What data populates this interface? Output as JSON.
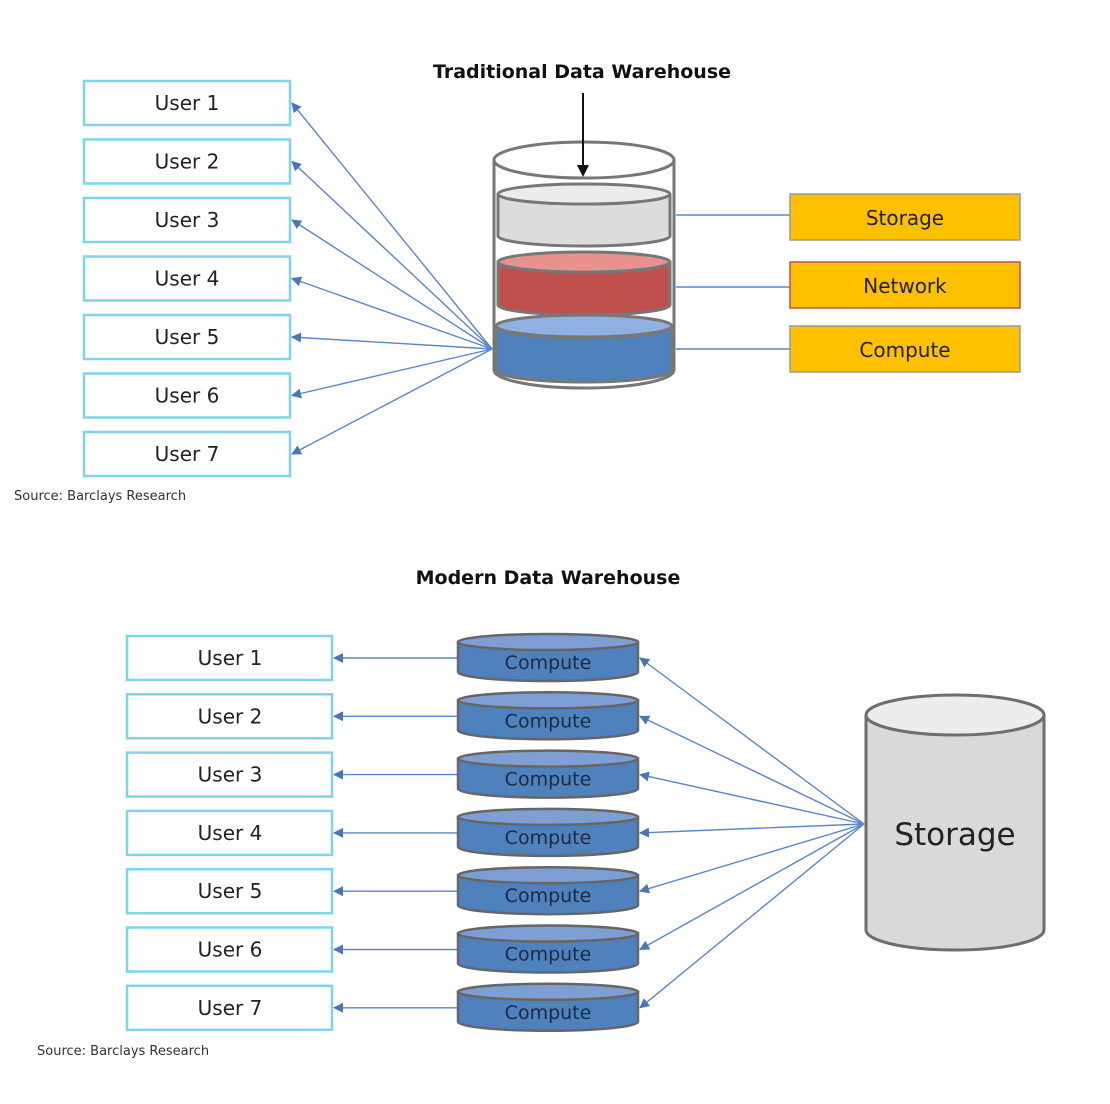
{
  "traditional": {
    "title": "Traditional Data Warehouse",
    "users": [
      "User 1",
      "User 2",
      "User 3",
      "User 4",
      "User 5",
      "User 6",
      "User 7"
    ],
    "layers": [
      {
        "label": "Storage",
        "color": "#dcdcdc"
      },
      {
        "label": "Network",
        "color": "#c0504d"
      },
      {
        "label": "Compute",
        "color": "#4f81bd"
      }
    ],
    "label_box_color": "#ffc000",
    "source": "Source: Barclays Research"
  },
  "modern": {
    "title": "Modern Data Warehouse",
    "users": [
      "User 1",
      "User 2",
      "User 3",
      "User 4",
      "User 5",
      "User 6",
      "User 7"
    ],
    "compute_label": "Compute",
    "compute_color": "#4f81bd",
    "storage_label": "Storage",
    "storage_color": "#d9d9d9",
    "source": "Source: Barclays Research"
  },
  "colors": {
    "user_border": "#7fd3ea",
    "arrow": "#5b86c5"
  }
}
